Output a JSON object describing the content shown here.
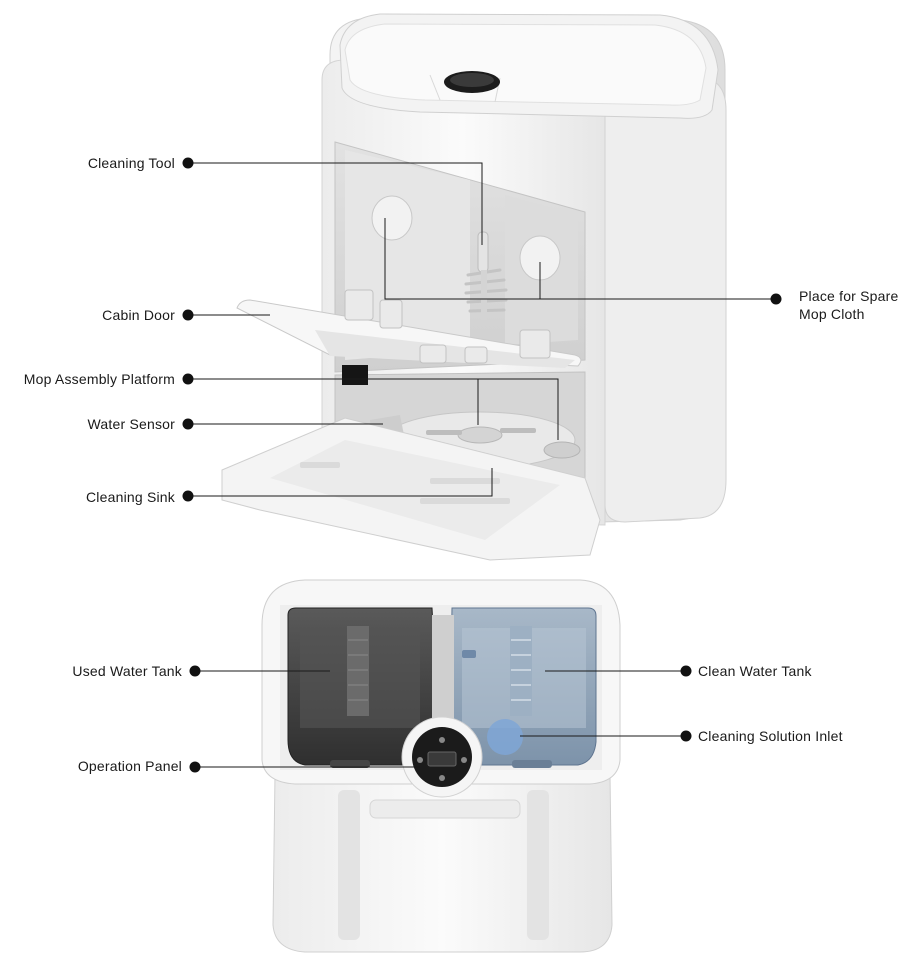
{
  "labels": {
    "cleaning_tool": "Cleaning Tool",
    "cabin_door": "Cabin Door",
    "mop_assembly_platform": "Mop Assembly Platform",
    "water_sensor": "Water Sensor",
    "cleaning_sink": "Cleaning Sink",
    "spare_mop_cloth_line1": "Place for Spare",
    "spare_mop_cloth_line2": "Mop Cloth",
    "used_water_tank": "Used Water Tank",
    "operation_panel": "Operation Panel",
    "clean_water_tank": "Clean Water Tank",
    "cleaning_solution_inlet": "Cleaning Solution Inlet"
  },
  "colors": {
    "leader_line": "#1a1a1a",
    "body_white": "#f6f6f6",
    "body_shadow": "#d9d9d9",
    "used_tank": "#4a4a4a",
    "clean_tank": "#8fa3b8",
    "solution_inlet": "#7fa6d6"
  }
}
